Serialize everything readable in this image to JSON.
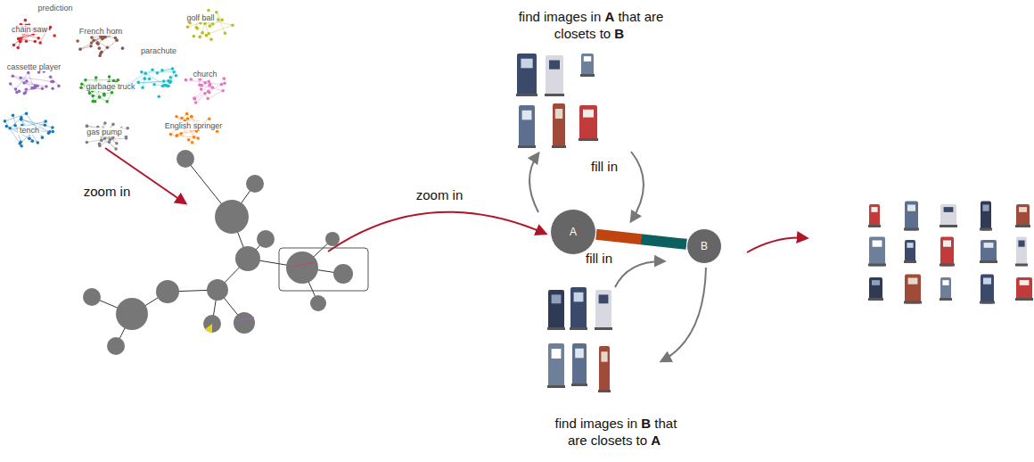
{
  "diagram": {
    "nodes": [
      {
        "text": [
          "A"
        ]
      },
      {
        "text": [
          "B"
        ]
      }
    ],
    "edges": [
      {
        "from": 0,
        "to": 1,
        "arrow": "none"
      }
    ],
    "labels": [
      "prediction",
      "chain saw",
      "French horn",
      "golf ball",
      "parachute",
      "church",
      "cassette player",
      "garbage truck",
      "tench",
      "gas pump",
      "English springer",
      "zoom in",
      "zoom in",
      "find images in A that are closets to B",
      "fill in",
      "fill in",
      "find images in B that are closets to A"
    ]
  }
}
